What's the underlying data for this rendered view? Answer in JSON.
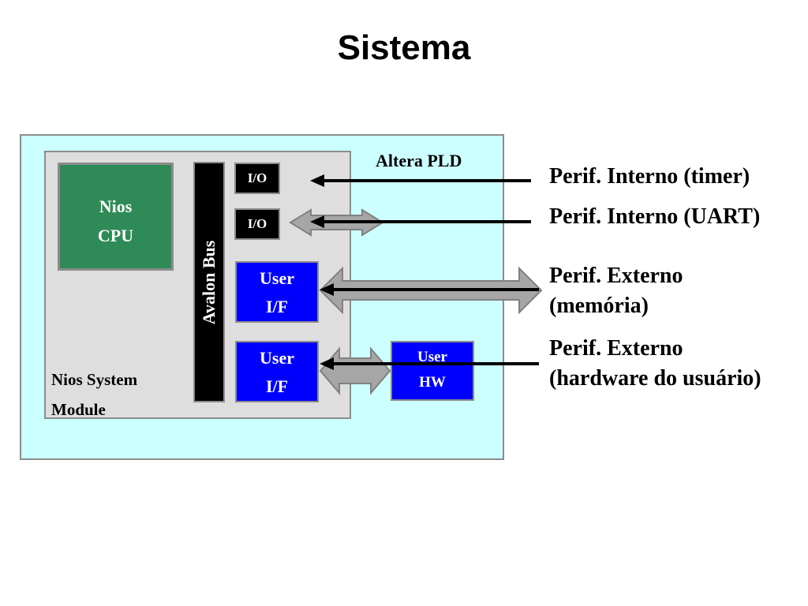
{
  "title": "Sistema",
  "diagram": {
    "pld_label": "Altera PLD",
    "module_label": [
      "Nios System",
      "Module"
    ],
    "cpu_label": [
      "Nios",
      "CPU"
    ],
    "bus_label": "Avalon Bus",
    "io1_label": "I/O",
    "io2_label": "I/O",
    "user_if1": [
      "User",
      "I/F"
    ],
    "user_if2": [
      "User",
      "I/F"
    ],
    "user_hw": [
      "User",
      "HW"
    ]
  },
  "annotations": {
    "timer": "Perif. Interno (timer)",
    "uart": "Perif. Interno (UART)",
    "memoria": [
      "Perif. Externo",
      "(memória)"
    ],
    "hardware": [
      "Perif. Externo",
      "(hardware do usuário)"
    ]
  },
  "colors": {
    "pld_background": "#ccffff",
    "module_background": "#dedede",
    "cpu_background": "#2e8b57",
    "user_block": "#0000ff",
    "bus": "#000000",
    "arrow_fill": "#a6a6a6"
  }
}
